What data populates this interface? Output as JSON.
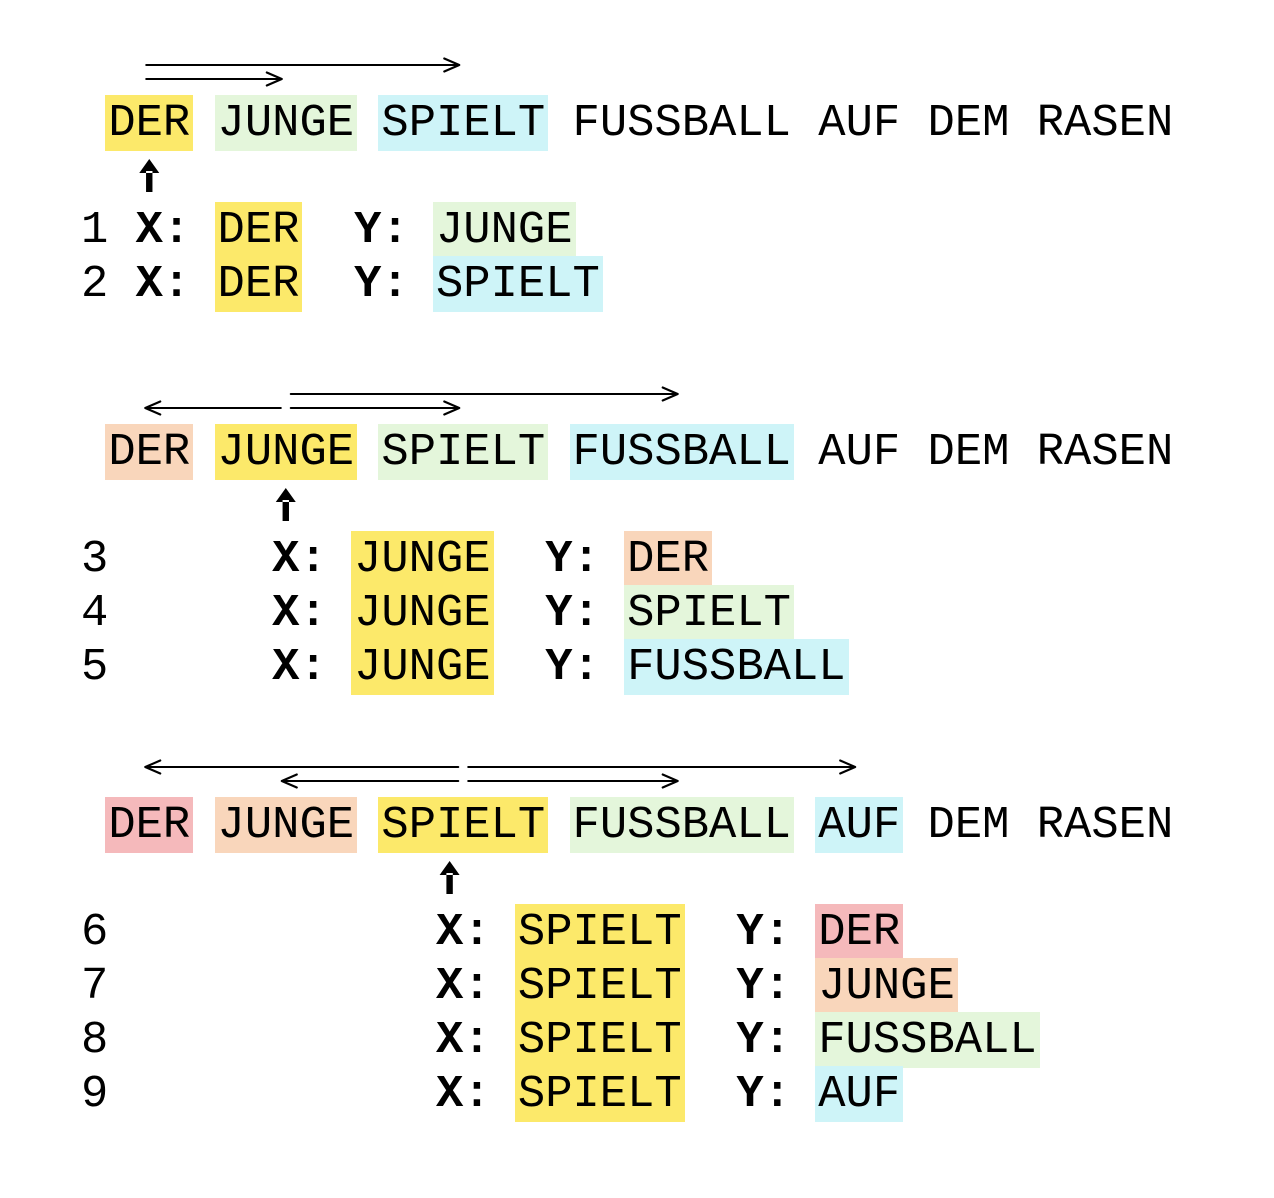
{
  "palette": {
    "yellow": "#FCE96A",
    "green": "#E4F6DB",
    "cyan": "#CEF4F8",
    "peach": "#F9D6BB",
    "pink": "#F5B9BB"
  },
  "sentence": [
    "DER",
    "JUNGE",
    "SPIELT",
    "FUSSBALL",
    "AUF",
    "DEM",
    "RASEN"
  ],
  "labels": {
    "x": "X:",
    "y": "Y:"
  },
  "sections": [
    {
      "focus": "DER",
      "highlights": {
        "DER": "yellow",
        "JUNGE": "green",
        "SPIELT": "cyan"
      },
      "arrows": [
        {
          "to": "SPIELT",
          "dist": "far"
        },
        {
          "to": "JUNGE",
          "dist": "near"
        }
      ],
      "indent_spaces": 1,
      "rows": [
        {
          "num": "1",
          "x_word": "DER",
          "x_color": "yellow",
          "y_word": "JUNGE",
          "y_color": "green"
        },
        {
          "num": "2",
          "x_word": "DER",
          "x_color": "yellow",
          "y_word": "SPIELT",
          "y_color": "cyan"
        }
      ]
    },
    {
      "focus": "JUNGE",
      "highlights": {
        "DER": "peach",
        "JUNGE": "yellow",
        "SPIELT": "green",
        "FUSSBALL": "cyan"
      },
      "arrows": [
        {
          "to": "FUSSBALL",
          "dist": "far"
        },
        {
          "to": "DER",
          "dist": "near"
        },
        {
          "to": "SPIELT",
          "dist": "near"
        }
      ],
      "indent_spaces": 6,
      "rows": [
        {
          "num": "3",
          "x_word": "JUNGE",
          "x_color": "yellow",
          "y_word": "DER",
          "y_color": "peach"
        },
        {
          "num": "4",
          "x_word": "JUNGE",
          "x_color": "yellow",
          "y_word": "SPIELT",
          "y_color": "green"
        },
        {
          "num": "5",
          "x_word": "JUNGE",
          "x_color": "yellow",
          "y_word": "FUSSBALL",
          "y_color": "cyan"
        }
      ]
    },
    {
      "focus": "SPIELT",
      "highlights": {
        "DER": "pink",
        "JUNGE": "peach",
        "SPIELT": "yellow",
        "FUSSBALL": "green",
        "AUF": "cyan"
      },
      "arrows": [
        {
          "to": "DER",
          "dist": "far"
        },
        {
          "to": "AUF",
          "dist": "far"
        },
        {
          "to": "JUNGE",
          "dist": "near"
        },
        {
          "to": "FUSSBALL",
          "dist": "near"
        }
      ],
      "indent_spaces": 12,
      "rows": [
        {
          "num": "6",
          "x_word": "SPIELT",
          "x_color": "yellow",
          "y_word": "DER",
          "y_color": "pink"
        },
        {
          "num": "7",
          "x_word": "SPIELT",
          "x_color": "yellow",
          "y_word": "JUNGE",
          "y_color": "peach"
        },
        {
          "num": "8",
          "x_word": "SPIELT",
          "x_color": "yellow",
          "y_word": "FUSSBALL",
          "y_color": "green"
        },
        {
          "num": "9",
          "x_word": "SPIELT",
          "x_color": "yellow",
          "y_word": "AUF",
          "y_color": "cyan"
        }
      ]
    }
  ]
}
